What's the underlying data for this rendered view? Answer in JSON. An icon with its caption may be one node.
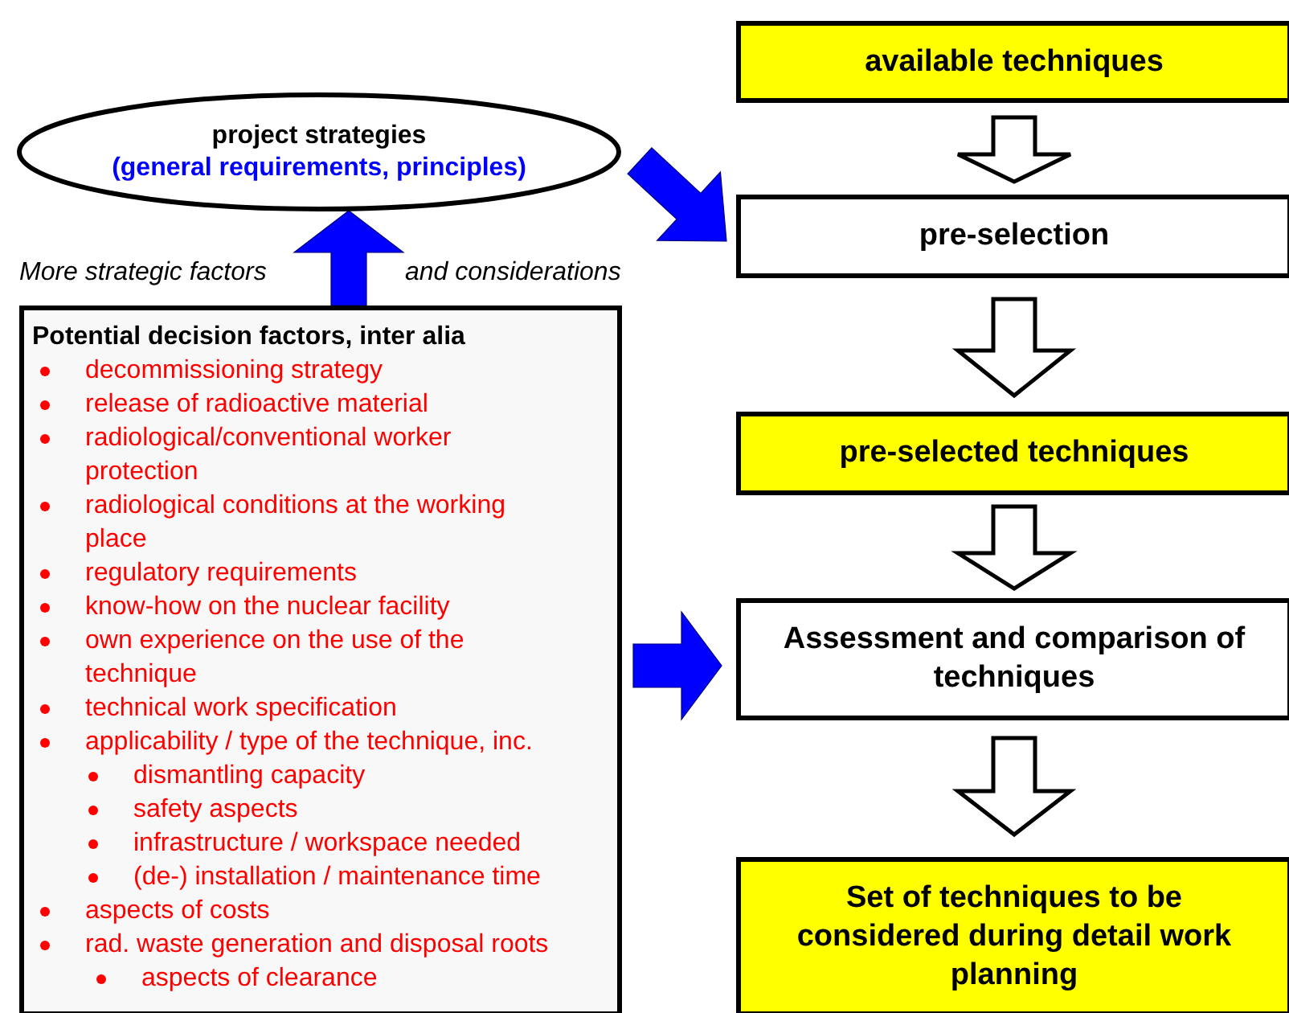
{
  "diagram": {
    "nodes": [
      {
        "text": [
          "project strategies",
          "(general requirements, principles)"
        ]
      },
      {
        "text": [
          "Potential decision factors, inter alia",
          "decommissioning strategy",
          "release of radioactive material",
          "radiological/conventional worker protection",
          "radiological conditions at the working place",
          "regulatory requirements",
          "know-how on the nuclear facility",
          "own experience on the use of the technique",
          "technical work specification",
          "applicability / type of the technique, inc.",
          "dismantling capacity",
          "safety aspects",
          "infrastructure / workspace needed",
          "(de-) installation / maintenance time",
          "aspects of costs",
          "rad. waste generation and disposal roots",
          "aspects of clearance"
        ]
      },
      {
        "text": [
          "available techniques"
        ]
      },
      {
        "text": [
          "pre-selection"
        ]
      },
      {
        "text": [
          "pre-selected techniques"
        ]
      },
      {
        "text": [
          "Assessment and comparison of techniques"
        ]
      },
      {
        "text": [
          "Set of techniques to be considered during detail work planning"
        ]
      }
    ],
    "edges": [
      {
        "from": 1,
        "to": 0,
        "arrow": "to",
        "color": "#0000ff"
      },
      {
        "from": 0,
        "to": 3,
        "arrow": "to",
        "color": "#0000ff"
      },
      {
        "from": 1,
        "to": 5,
        "arrow": "to",
        "color": "#0000ff"
      },
      {
        "from": 2,
        "to": 3,
        "arrow": "to"
      },
      {
        "from": 3,
        "to": 4,
        "arrow": "to"
      },
      {
        "from": 4,
        "to": 5,
        "arrow": "to"
      },
      {
        "from": 5,
        "to": 6,
        "arrow": "to"
      }
    ],
    "labels": [
      "More strategic factors",
      "and considerations"
    ]
  }
}
